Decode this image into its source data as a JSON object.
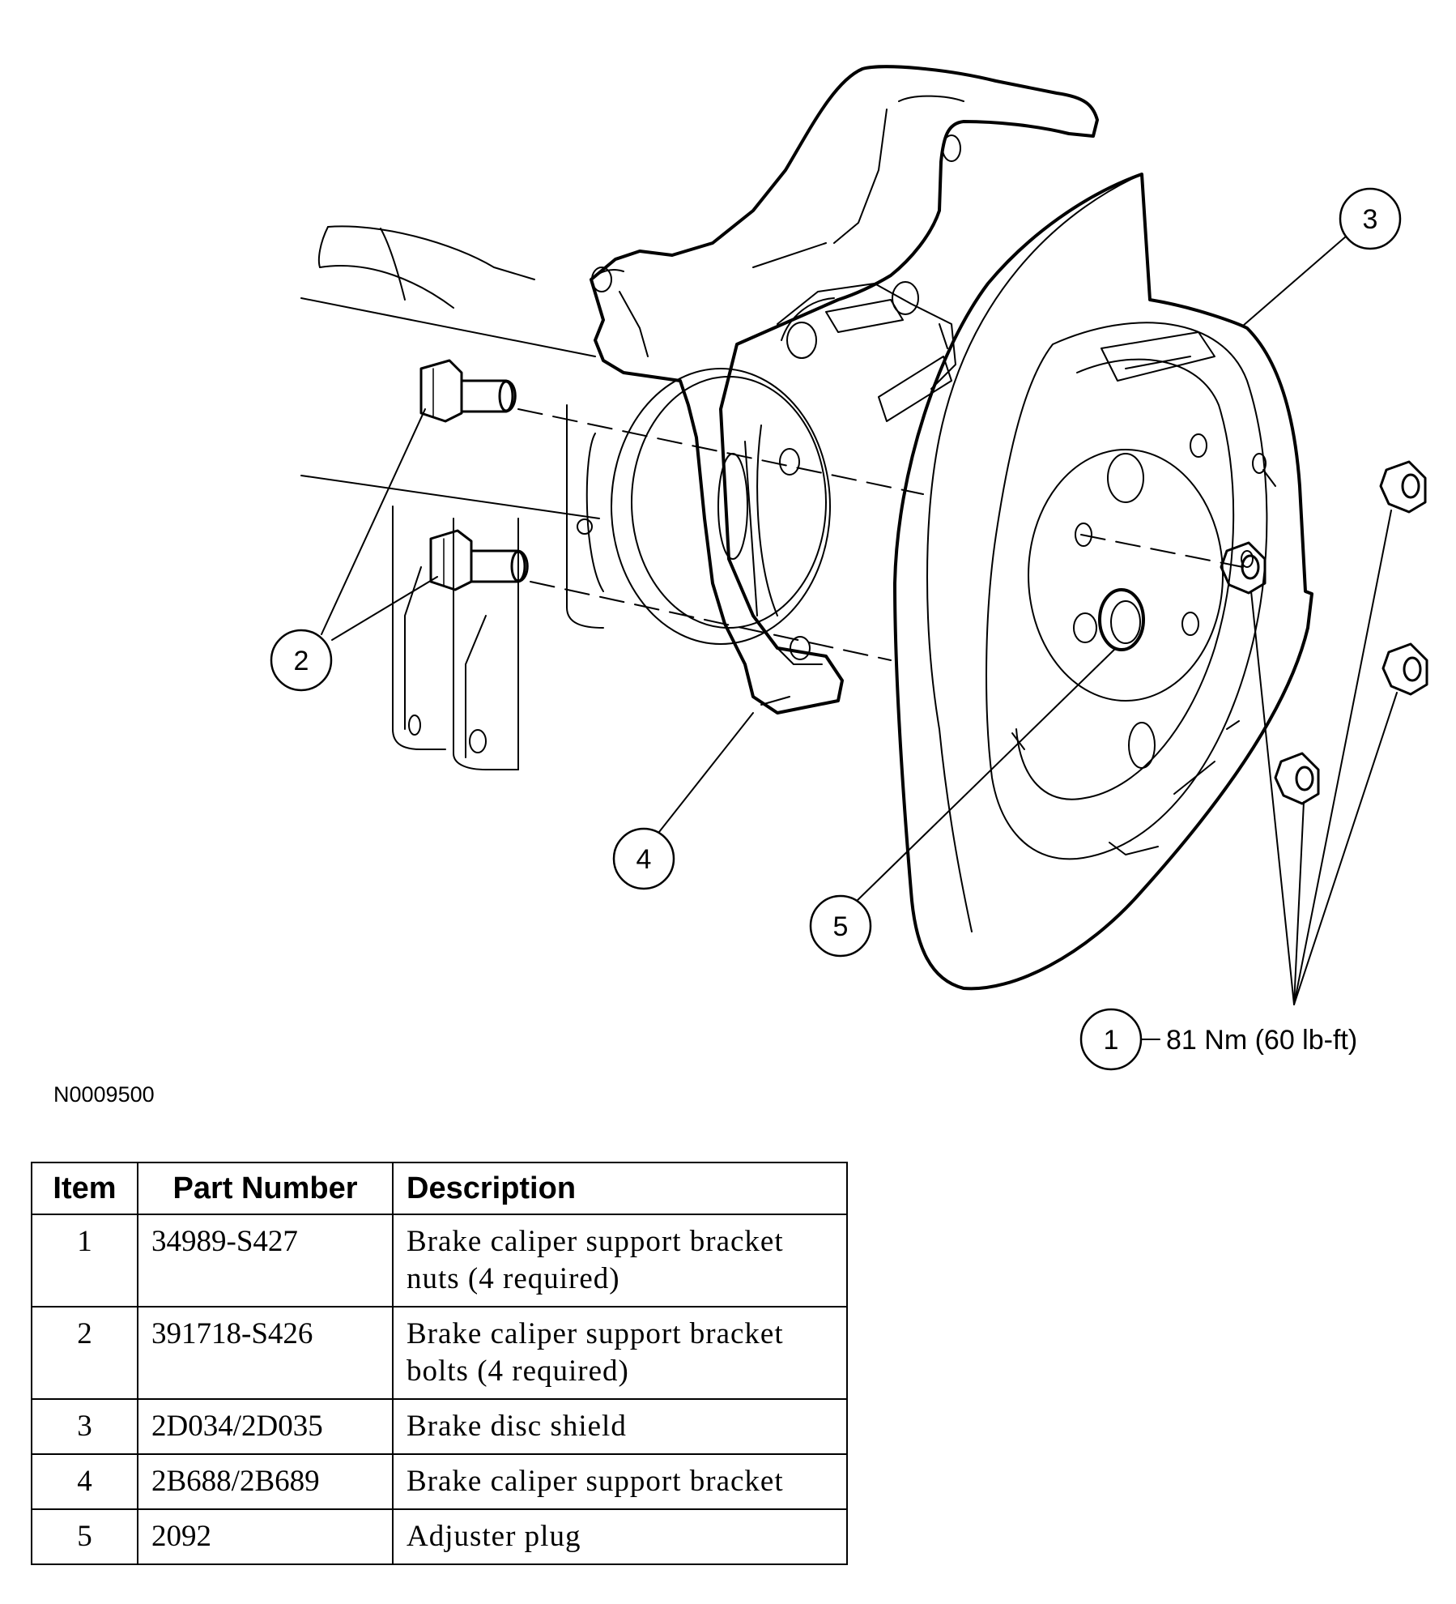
{
  "callouts": [
    {
      "id": "1",
      "label": "1"
    },
    {
      "id": "2",
      "label": "2"
    },
    {
      "id": "3",
      "label": "3"
    },
    {
      "id": "4",
      "label": "4"
    },
    {
      "id": "5",
      "label": "5"
    }
  ],
  "torque_spec": "81 Nm (60 lb-ft)",
  "figure_id": "N0009500",
  "table": {
    "headers": {
      "item": "Item",
      "part_number": "Part Number",
      "description": "Description"
    },
    "rows": [
      {
        "item": "1",
        "part_number": "34989-S427",
        "description": "Brake caliper support bracket nuts (4 required)"
      },
      {
        "item": "2",
        "part_number": "391718-S426",
        "description": "Brake caliper support bracket bolts (4 required)"
      },
      {
        "item": "3",
        "part_number": "2D034/2D035",
        "description": "Brake disc shield"
      },
      {
        "item": "4",
        "part_number": "2B688/2B689",
        "description": "Brake caliper support bracket"
      },
      {
        "item": "5",
        "part_number": "2092",
        "description": "Adjuster plug"
      }
    ]
  }
}
